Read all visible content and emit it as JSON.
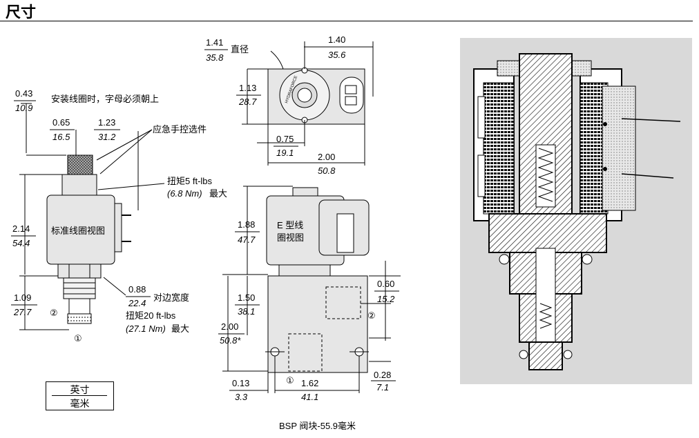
{
  "header": {
    "title": "尺寸"
  },
  "left_view": {
    "d1_in": "0.43",
    "d1_mm": "10.9",
    "note": "安装线圈时，字母必须朝上",
    "d2_in": "0.65",
    "d2_mm": "16.5",
    "d3_in": "1.23",
    "d3_mm": "31.2",
    "override_label": "应急手控选件",
    "torque1_a": "扭矩5 ft-lbs",
    "torque1_b": "(6.8 Nm)",
    "torque1_c": "最大",
    "coil_label": "标准线圈视图",
    "d4_in": "2.14",
    "d4_mm": "54.4",
    "d5_in": "1.09",
    "d5_mm": "27.7",
    "hex_in": "0.88",
    "hex_mm": "22.4",
    "hex_label": "对边宽度",
    "torque2_a": "扭矩20 ft-lbs",
    "torque2_b": "(27.1 Nm)",
    "torque2_c": "最大",
    "port2": "②",
    "port1": "①"
  },
  "top_view": {
    "dia_in": "1.41",
    "dia_mm": "35.8",
    "dia_label": "直径",
    "w_in": "1.40",
    "w_mm": "35.6",
    "h_in": "1.13",
    "h_mm": "28.7",
    "o_in": "0.75",
    "o_mm": "19.1",
    "bw_in": "2.00",
    "bw_mm": "50.8",
    "brand": "HYDRAFORCE"
  },
  "front_view": {
    "coil_label_a": "E 型线",
    "coil_label_b": "圈视图",
    "c_in": "1.88",
    "c_mm": "47.7",
    "b_in": "1.50",
    "b_mm": "38.1",
    "t_in": "2.00",
    "t_mm": "50.8*",
    "p_in": "0.60",
    "p_mm": "15.2",
    "port2": "②",
    "r_in": "0.28",
    "r_mm": "7.1",
    "l_in": "0.13",
    "l_mm": "3.3",
    "port1": "①",
    "bot_in": "1.62",
    "bot_mm": "41.1"
  },
  "legend": {
    "top": "英寸",
    "bottom": "毫米"
  },
  "caption": "BSP 阀块-55.9毫米"
}
